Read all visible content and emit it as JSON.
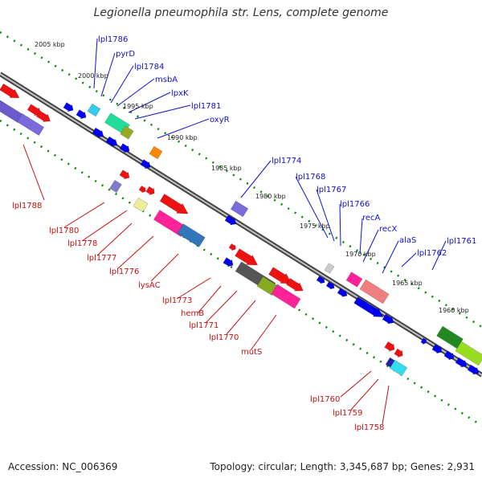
{
  "title": "Legionella pneumophila str. Lens, complete genome",
  "footer": {
    "accession": "Accession: NC_006369",
    "summary": "Topology: circular; Length: 3,345,687 bp; Genes: 2,931"
  },
  "colors": {
    "fwd_label": "#1010d0",
    "rev_label": "#c41010",
    "backbone": "#777777",
    "ticks": "#008800"
  },
  "kbp_markers": [
    "2005 kbp",
    "2000 kbp",
    "1995 kbp",
    "1990 kbp",
    "1985 kbp",
    "1980 kbp",
    "1975 kbp",
    "1970 kbp",
    "1965 kbp",
    "1960 kbp"
  ],
  "forward_gene_labels": [
    "lpl1786",
    "pyrD",
    "lpl1784",
    "msbA",
    "lpxK",
    "lpl1781",
    "oxyR",
    "lpl1774",
    "lpl1768",
    "lpl1767",
    "lpl1766",
    "recA",
    "recX",
    "alaS",
    "lpl1761",
    "lpl1762"
  ],
  "reverse_gene_labels": [
    "lpl1788",
    "lpl1780",
    "lpl1778",
    "lpl1777",
    "lpl1776",
    "lysAC",
    "lpl1773",
    "hemB",
    "lpl1771",
    "lpl1770",
    "mutS",
    "lpl1760",
    "lpl1759",
    "lpl1758"
  ]
}
